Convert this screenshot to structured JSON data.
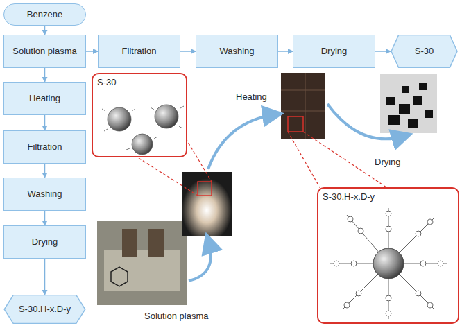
{
  "diagram": {
    "nodes": [
      {
        "text": [
          "Benzene"
        ]
      },
      {
        "text": [
          "Solution plasma"
        ]
      },
      {
        "text": [
          "Filtration"
        ]
      },
      {
        "text": [
          "Washing"
        ]
      },
      {
        "text": [
          "Drying"
        ]
      },
      {
        "text": [
          "S-30"
        ]
      },
      {
        "text": [
          "Heating"
        ]
      },
      {
        "text": [
          "Filtration"
        ]
      },
      {
        "text": [
          "Washing"
        ]
      },
      {
        "text": [
          "Drying"
        ]
      },
      {
        "text": [
          "S-30.H-x.D-y"
        ]
      },
      {
        "text": [
          "S-30"
        ]
      },
      {
        "text": [
          "S-30.H-x.D-y"
        ]
      }
    ],
    "edges": [
      {
        "from": 0,
        "to": 1,
        "arrow": "to"
      },
      {
        "from": 1,
        "to": 2,
        "arrow": "to"
      },
      {
        "from": 2,
        "to": 3,
        "arrow": "to"
      },
      {
        "from": 3,
        "to": 4,
        "arrow": "to"
      },
      {
        "from": 4,
        "to": 5,
        "arrow": "to"
      },
      {
        "from": 1,
        "to": 6,
        "arrow": "to"
      },
      {
        "from": 6,
        "to": 7,
        "arrow": "to"
      },
      {
        "from": 7,
        "to": 8,
        "arrow": "to"
      },
      {
        "from": 8,
        "to": 9,
        "arrow": "to"
      },
      {
        "from": 9,
        "to": 10,
        "arrow": "to"
      }
    ],
    "labels": [
      "Heating",
      "Drying",
      "Solution plasma"
    ]
  }
}
